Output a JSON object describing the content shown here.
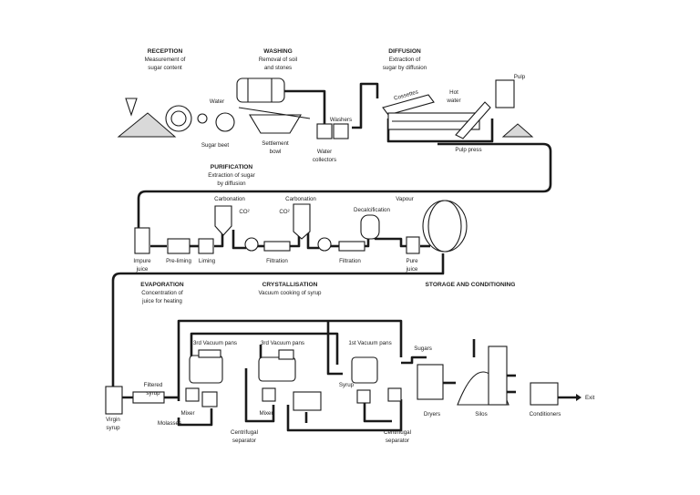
{
  "sections": {
    "reception": {
      "title": "RECEPTION",
      "line1": "Measurement of",
      "line2": "sugar content"
    },
    "washing": {
      "title": "WASHING",
      "line1": "Removal of soil",
      "line2": "and stones"
    },
    "diffusion": {
      "title": "DIFFUSION",
      "line1": "Extraction of",
      "line2": "sugar by diffusion"
    },
    "purification": {
      "title": "PURIFICATION",
      "line1": "Extraction of sugar",
      "line2": "by diffusion"
    },
    "evaporation": {
      "title": "EVAPORATION",
      "line1": "Concentration of",
      "line2": "juice for heating"
    },
    "crystallisation": {
      "title": "CRYSTALLISATION",
      "line1": "Vacuum cooking of syrup"
    },
    "storage": {
      "title": "STORAGE AND CONDITIONING"
    }
  },
  "labels": {
    "water": "Water",
    "sugar_beet": "Sugar beet",
    "settlement_bowl_1": "Settlement",
    "settlement_bowl_2": "bowl",
    "washers": "Washers",
    "water_collectors_1": "Water",
    "water_collectors_2": "collectors",
    "cossettes": "Cossettes",
    "hot_water_1": "Hot",
    "hot_water_2": "water",
    "pulp": "Pulp",
    "pulp_press": "Pulp press",
    "carbonation_1": "Carbonation",
    "carbonation_2": "Carbonation",
    "co2_1": "CO²",
    "co2_2": "CO²",
    "decalcification": "Decalcification",
    "vapour": "Vapour",
    "impure_juice_1": "Impure",
    "impure_juice_2": "juice",
    "pre_liming": "Pre-liming",
    "liming": "Liming",
    "filtration_1": "Filtration",
    "filtration_2": "Filtration",
    "pure_juice_1": "Pure",
    "pure_juice_2": "juice",
    "third_vacuum_pans": "3rd Vacuum pans",
    "third_vacuum_pans_b": "3rd Vacuum pans",
    "first_vacuum_pans": "1st Vacuum pans",
    "sugars": "Sugars",
    "filtered_syrup_1": "Filtered",
    "filtered_syrup_2": "syrup",
    "syrup": "Syrup",
    "virgin_syrup_1": "Virgin",
    "virgin_syrup_2": "syrup",
    "mixer_1": "Mixer",
    "mixer_2": "Mixer",
    "molasses": "Molasses",
    "centrifugal_1a": "Centrifugal",
    "centrifugal_1b": "separator",
    "centrifugal_2a": "Centrifugal",
    "centrifugal_2b": "separator",
    "dryers": "Dryers",
    "silos": "Silos",
    "conditioners": "Conditioners",
    "exit": "Exit"
  }
}
